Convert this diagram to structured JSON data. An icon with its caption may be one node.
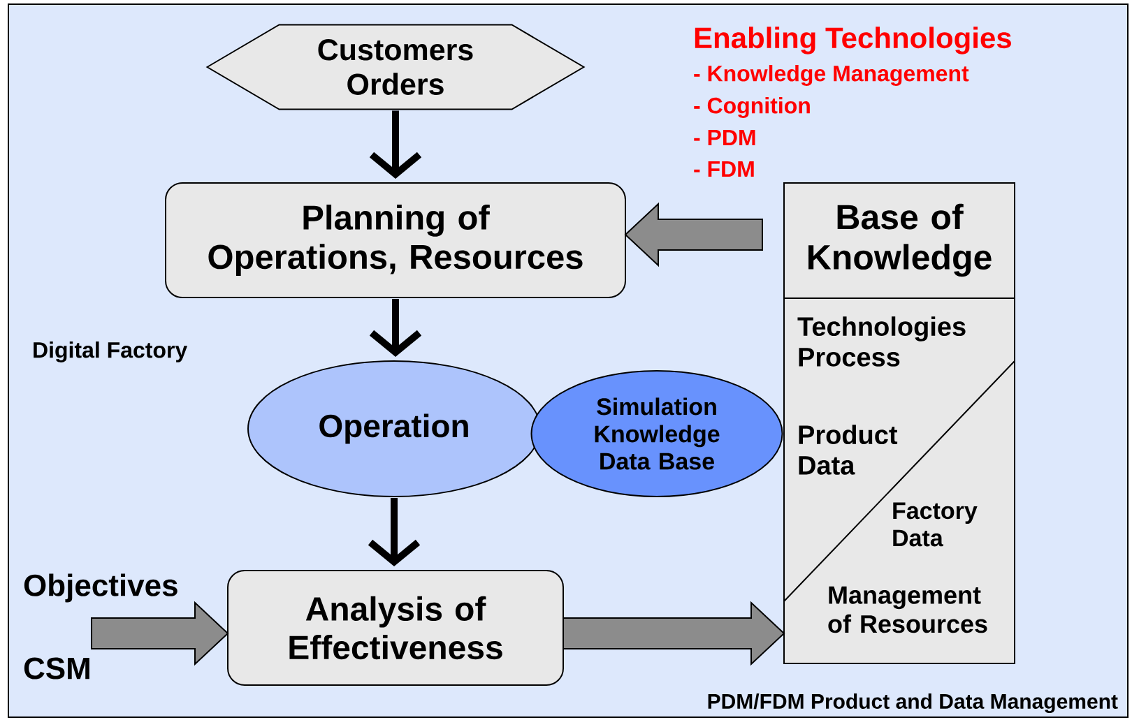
{
  "diagram": {
    "nodes": [
      {
        "text": [
          "Digital Factory"
        ]
      },
      {
        "text": [
          "Customers Orders"
        ],
        "in": 0
      },
      {
        "text": [
          "Planning of Operations, Resources"
        ],
        "in": 0
      },
      {
        "text": [
          "Operation"
        ],
        "in": 0
      },
      {
        "text": [
          "Simulation Knowledge Data Base"
        ],
        "in": 0
      },
      {
        "text": [
          "Base of Knowledge",
          "Technologies Process",
          "Product Data",
          "Factory Data",
          "Management of Resources"
        ],
        "in": 0
      },
      {
        "text": [
          "Analysis of Effectiveness"
        ],
        "in": 0
      }
    ],
    "edges": [
      {
        "from": 1,
        "to": 2,
        "arrow": "to"
      },
      {
        "from": 2,
        "to": 3,
        "arrow": "to"
      },
      {
        "from": 3,
        "to": 6,
        "arrow": "to"
      },
      {
        "from": 5,
        "to": 2,
        "arrow": "to",
        "color": "#8c8c8c"
      },
      {
        "from": null,
        "to": 6,
        "arrow": "to",
        "color": "#8c8c8c"
      },
      {
        "from": 6,
        "to": 5,
        "arrow": "to",
        "color": "#8c8c8c"
      }
    ],
    "labels": [
      "Enabling Technologies",
      "- Knowledge Management",
      "- Cognition",
      "- PDM",
      "- FDM",
      "Objectives",
      "CSM",
      "PDM/FDM Product and Data Management"
    ]
  }
}
